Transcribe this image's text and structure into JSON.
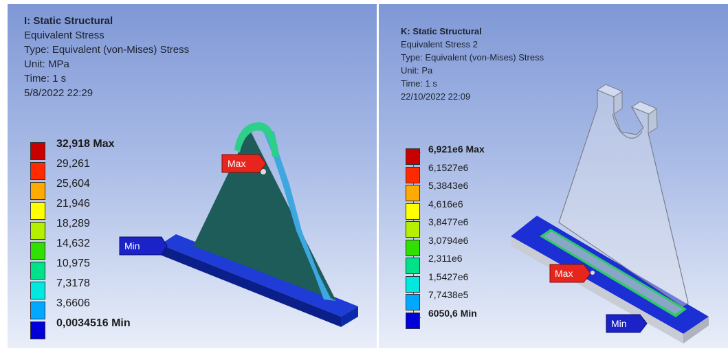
{
  "panels": [
    {
      "title": "I: Static Structural",
      "result_name": "Equivalent Stress",
      "type": "Type: Equivalent (von-Mises) Stress",
      "unit": "Unit: MPa",
      "time": "Time: 1 s",
      "date": "5/8/2022 22:29",
      "legend": [
        {
          "label": "32,918 Max",
          "color": "#c80000",
          "bold": true
        },
        {
          "label": "29,261",
          "color": "#ff2a00"
        },
        {
          "label": "25,604",
          "color": "#ffaa00"
        },
        {
          "label": "21,946",
          "color": "#ffff00"
        },
        {
          "label": "18,289",
          "color": "#b4f000"
        },
        {
          "label": "14,632",
          "color": "#31e000"
        },
        {
          "label": "10,975",
          "color": "#00e28a"
        },
        {
          "label": "7,3178",
          "color": "#00e8e0"
        },
        {
          "label": "3,6606",
          "color": "#00a8ff"
        },
        {
          "label": "0,0034516 Min",
          "color": "#0000d8",
          "bold": true
        }
      ],
      "probe_max": "Max",
      "probe_min": "Min"
    },
    {
      "title": "K: Static Structural",
      "result_name": "Equivalent Stress 2",
      "type": "Type: Equivalent (von-Mises) Stress",
      "unit": "Unit: Pa",
      "time": "Time: 1 s",
      "date": "22/10/2022 22:09",
      "legend": [
        {
          "label": "6,921e6 Max",
          "color": "#c80000",
          "bold": true
        },
        {
          "label": "6,1527e6",
          "color": "#ff2a00"
        },
        {
          "label": "5,3843e6",
          "color": "#ffaa00"
        },
        {
          "label": "4,616e6",
          "color": "#ffff00"
        },
        {
          "label": "3,8477e6",
          "color": "#b4f000"
        },
        {
          "label": "3,0794e6",
          "color": "#31e000"
        },
        {
          "label": "2,311e6",
          "color": "#00e28a"
        },
        {
          "label": "1,5427e6",
          "color": "#00e8e0"
        },
        {
          "label": "7,7438e5",
          "color": "#00a8ff"
        },
        {
          "label": "6050,6 Min",
          "color": "#0000d8",
          "bold": true
        }
      ],
      "probe_max": "Max",
      "probe_min": "Min"
    }
  ]
}
